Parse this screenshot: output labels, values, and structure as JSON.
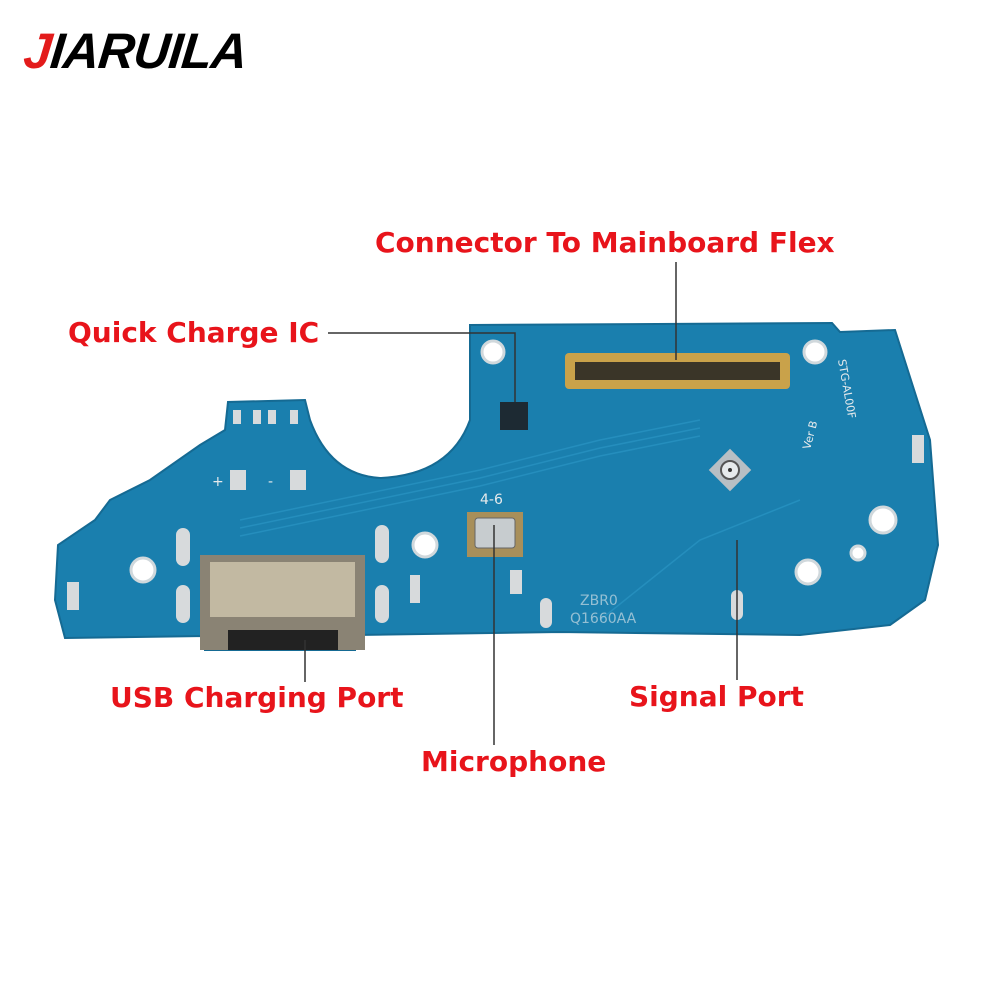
{
  "brand": {
    "first_letter": "J",
    "rest": "IARUILA"
  },
  "labels": {
    "connector": "Connector To Mainboard Flex",
    "quick_charge": "Quick Charge IC",
    "usb": "USB Charging Port",
    "microphone": "Microphone",
    "signal": "Signal Port"
  },
  "board_text": {
    "mic_code": "4-6",
    "model": "STG-AL00F",
    "version": "Ver B",
    "code1": "ZBR0",
    "code2": "Q1660AA",
    "plus": "+",
    "minus": "-"
  },
  "colors": {
    "label": "#e8141b",
    "pcb": "#1a7fae",
    "gold": "#c9a24a"
  }
}
